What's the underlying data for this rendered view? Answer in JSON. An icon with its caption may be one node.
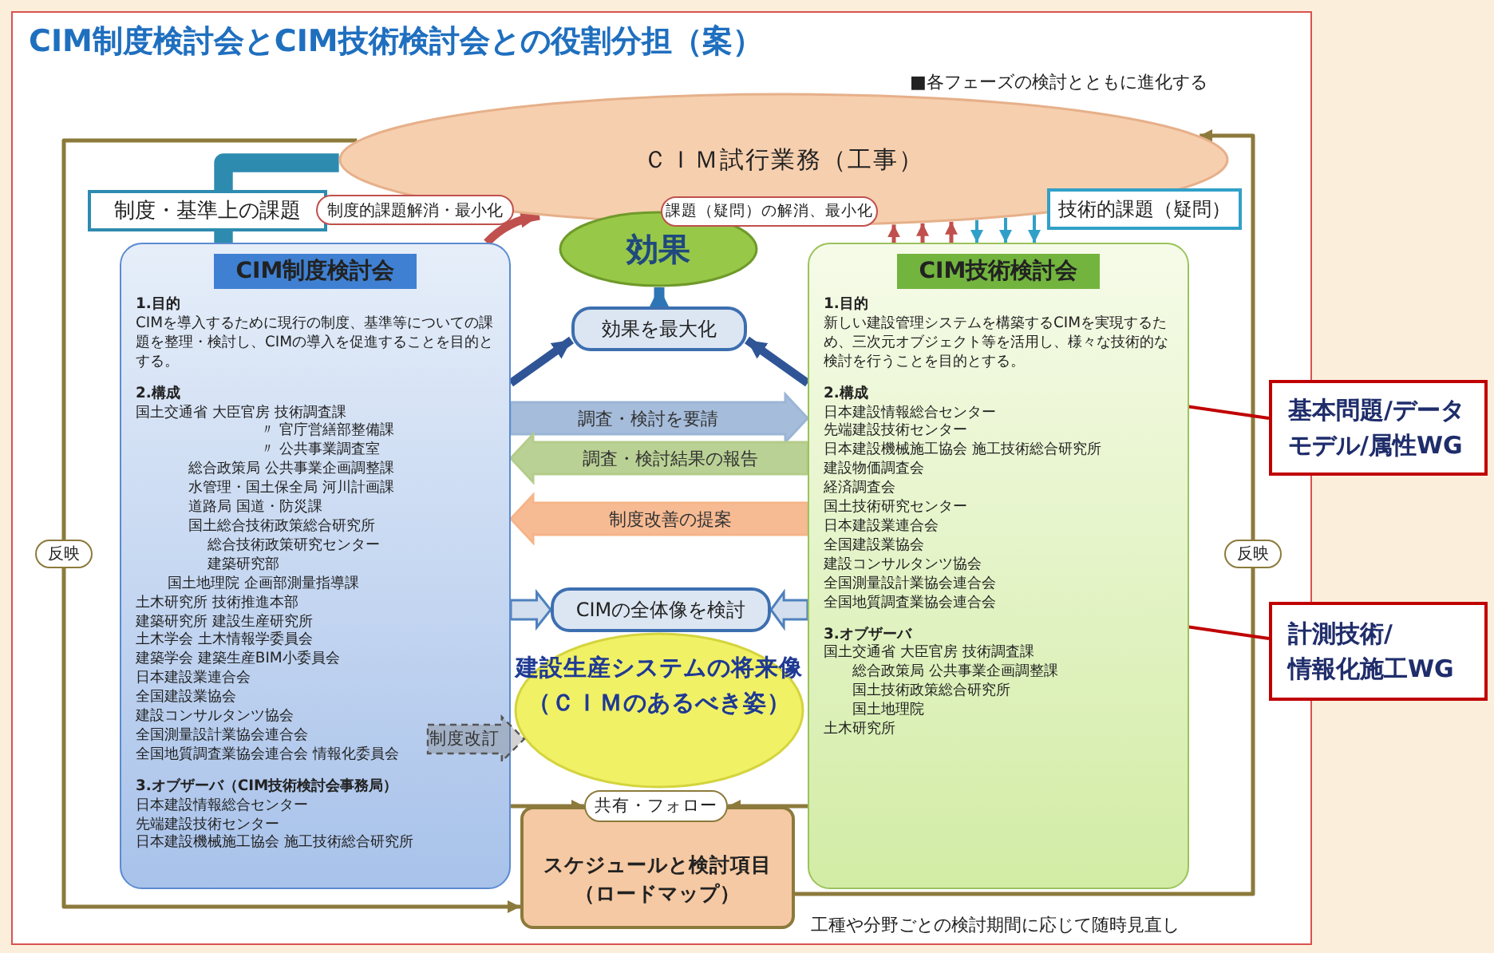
{
  "diagram": {
    "title": "CIM制度検討会とCIM技術検討会との役割分担（案）",
    "nodes": [
      {
        "text": [
          "ＣＩＭ試行業務（工事）"
        ],
        "beside": [
          "■各フェーズの検討とともに進化する"
        ]
      },
      {
        "text": [
          "CIM制度検討会",
          "1.目的",
          "CIMを導入するために現行の制度、基準等についての課題を整理・検討し、CIMの導入を促進することを目的とする。",
          "2.構成",
          "国土交通省 大臣官房 技術調査課",
          "〃 官庁営繕部整備課",
          "〃 公共事業調査室",
          "総合政策局 公共事業企画調整課",
          "水管理・国土保全局 河川計画課",
          "道路局 国道・防災課",
          "国土総合技術政策総合研究所",
          "総合技術政策研究センター",
          "建築研究部",
          "国土地理院 企画部測量指導課",
          "土木研究所 技術推進本部",
          "建築研究所 建設生産研究所",
          "土木学会 土木情報学委員会",
          "建築学会 建築生産BIM小委員会",
          "日本建設業連合会",
          "全国建設業協会",
          "建設コンサルタンツ協会",
          "全国測量設計業協会連合会",
          "全国地質調査業協会連合会 情報化委員会",
          "3.オブザーバ（CIM技術検討会事務局）",
          "日本建設情報総合センター",
          "先端建設技術センター",
          "日本建設機械施工協会 施工技術総合研究所"
        ]
      },
      {
        "text": [
          "CIM技術検討会",
          "1.目的",
          "新しい建設管理システムを構築するCIMを実現するため、三次元オブジェクト等を活用し、様々な技術的な検討を行うことを目的とする。",
          "2.構成",
          "日本建設情報総合センター",
          "先端建設技術センター",
          "日本建設機械施工協会 施工技術総合研究所",
          "建設物価調査会",
          "経済調査会",
          "国土技術研究センター",
          "日本建設業連合会",
          "全国建設業協会",
          "建設コンサルタンツ協会",
          "全国測量設計業協会連合会",
          "全国地質調査業協会連合会",
          "3.オブザーバ",
          "国土交通省 大臣官房 技術調査課",
          "総合政策局 公共事業企画調整課",
          "国土技術政策総合研究所",
          "国土地理院",
          "土木研究所"
        ]
      },
      {
        "text": [
          "効果"
        ]
      },
      {
        "text": [
          "効果を最大化"
        ]
      },
      {
        "text": [
          "CIMの全体像を検討"
        ]
      },
      {
        "text": [
          "建設生産システムの将来像",
          "（ＣＩＭのあるべき姿）"
        ]
      },
      {
        "text": [
          "共有・フォロー"
        ]
      },
      {
        "text": [
          "スケジュールと検討項目",
          "（ロードマップ）"
        ]
      },
      {
        "text": [
          "基本問題/データモデル/属性WG"
        ]
      },
      {
        "text": [
          "計測技術/情報化施工WG"
        ]
      }
    ],
    "edges": [
      {
        "from": 0,
        "to": 1,
        "arrow": "to",
        "label": "制度・基準上の課題",
        "style": "thick",
        "color": "#2e8bb0"
      },
      {
        "from": 1,
        "to": 0,
        "arrow": "to",
        "label": "制度的課題解消・最小化",
        "style": "thick",
        "color": "#c0504d"
      },
      {
        "from": 2,
        "to": 0,
        "arrow": "to",
        "label": "課題（疑問）の解消、最小化",
        "color": "#c0504d"
      },
      {
        "from": 2,
        "to": 0,
        "arrow": "to",
        "color": "#c0504d"
      },
      {
        "from": 2,
        "to": 0,
        "arrow": "to",
        "color": "#c0504d"
      },
      {
        "from": 0,
        "to": 2,
        "arrow": "to",
        "color": "#31a0c8"
      },
      {
        "from": 0,
        "to": 2,
        "arrow": "to",
        "color": "#31a0c8"
      },
      {
        "from": 0,
        "to": 2,
        "arrow": "to",
        "label": "技術的課題（疑問）",
        "color": "#31a0c8"
      },
      {
        "from": 1,
        "to": 4,
        "arrow": "to",
        "style": "thick",
        "color": "#2f5597"
      },
      {
        "from": 2,
        "to": 4,
        "arrow": "to",
        "style": "thick",
        "color": "#2f5597"
      },
      {
        "from": 4,
        "to": 3,
        "arrow": "to",
        "style": "thick",
        "color": "#2e75b6"
      },
      {
        "from": 1,
        "to": 2,
        "arrow": "to",
        "label": "調査・検討を要請",
        "style": "thick",
        "color": "#9bb5d6"
      },
      {
        "from": 2,
        "to": 1,
        "arrow": "to",
        "label": "調査・検討結果の報告",
        "style": "thick",
        "color": "#b3cc8a"
      },
      {
        "from": 2,
        "to": 1,
        "arrow": "to",
        "label": "制度改善の提案",
        "style": "thick",
        "color": "#f6b488"
      },
      {
        "from": 1,
        "to": 5,
        "arrow": "to",
        "style": "thick",
        "color": "#4f81bd"
      },
      {
        "from": 2,
        "to": 5,
        "arrow": "to",
        "style": "thick",
        "color": "#4f81bd"
      },
      {
        "from": 1,
        "to": 6,
        "arrow": "to",
        "label": "制度改訂",
        "style": "dashed",
        "color": "#7f7f7f"
      },
      {
        "from": 1,
        "to": 7,
        "arrow": "to",
        "color": "#8c7a3c"
      },
      {
        "from": 2,
        "to": 7,
        "arrow": "to",
        "color": "#8c7a3c"
      },
      {
        "from": 0,
        "to": 8,
        "arrow": "to",
        "label": "反映",
        "color": "#8c7a3c"
      },
      {
        "from": 8,
        "to": 0,
        "arrow": "to",
        "label": "反映",
        "color": "#8c7a3c"
      },
      {
        "from": 9,
        "to": 2,
        "arrow": "none",
        "color": "#c00000"
      },
      {
        "from": 10,
        "to": 2,
        "arrow": "none",
        "color": "#c00000"
      }
    ],
    "labels": [
      "工種や分野ごとの検討期間に応じて随時見直し"
    ]
  }
}
